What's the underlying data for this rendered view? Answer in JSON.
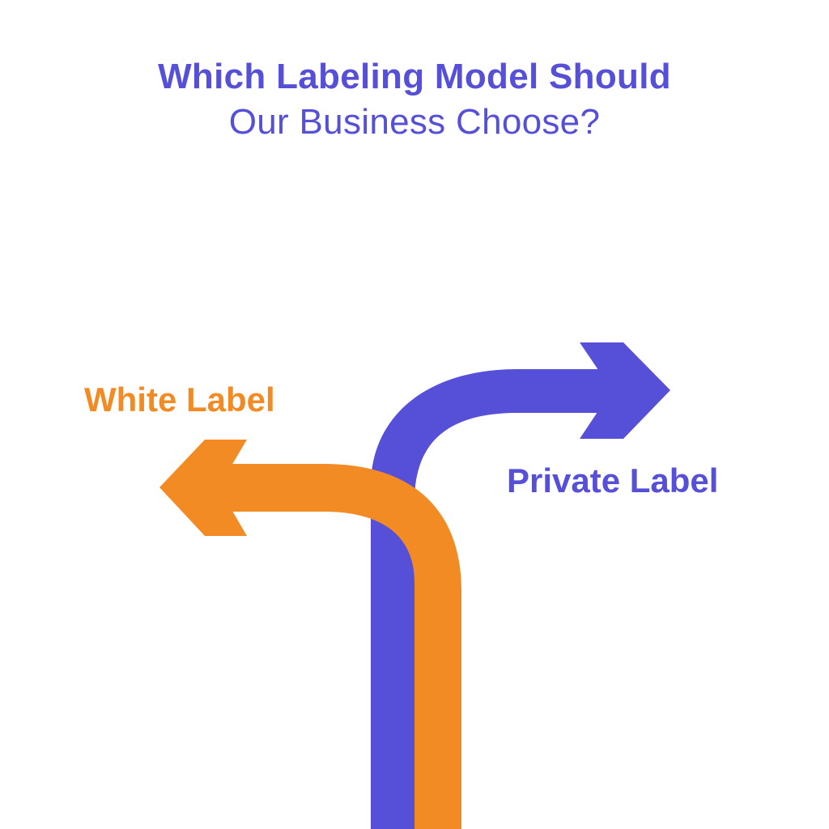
{
  "title": {
    "line1": "Which Labeling Model Should",
    "line2": "Our Business Choose?"
  },
  "options": {
    "left": {
      "label": "White Label",
      "direction": "left",
      "color": "#f28b24"
    },
    "right": {
      "label": "Private Label",
      "direction": "right",
      "color": "#5650d8"
    }
  },
  "colors": {
    "primary": "#5650d8",
    "accent": "#f28b24",
    "background": "#ffffff"
  }
}
